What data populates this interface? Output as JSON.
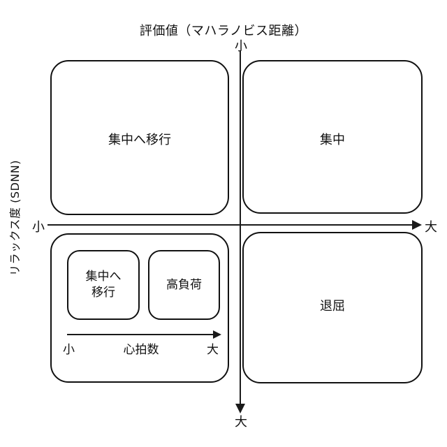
{
  "diagram": {
    "type": "quadrant-chart",
    "axes": {
      "vertical": {
        "title": "評価値（マハラノビス距離）",
        "top_tick": "小",
        "bottom_tick": "大",
        "direction": "down-arrow"
      },
      "horizontal": {
        "title": "リラックス度 (SDNN)",
        "left_tick": "小",
        "right_tick": "大",
        "direction": "right-arrow"
      }
    },
    "quadrants": [
      {
        "position": "top-left",
        "label": "集中へ移行"
      },
      {
        "position": "top-right",
        "label": "集中"
      },
      {
        "position": "bottom-left",
        "label": ""
      },
      {
        "position": "bottom-right",
        "label": "退屈"
      }
    ],
    "inner_group": {
      "boxes": [
        {
          "label": "集中へ\n移行"
        },
        {
          "label": "高負荷"
        }
      ],
      "sub_axis": {
        "title": "心拍数",
        "left_tick": "小",
        "right_tick": "大",
        "direction": "right-arrow"
      }
    },
    "colors": {
      "stroke": "#111111",
      "text": "#111111",
      "background": "#ffffff"
    }
  }
}
